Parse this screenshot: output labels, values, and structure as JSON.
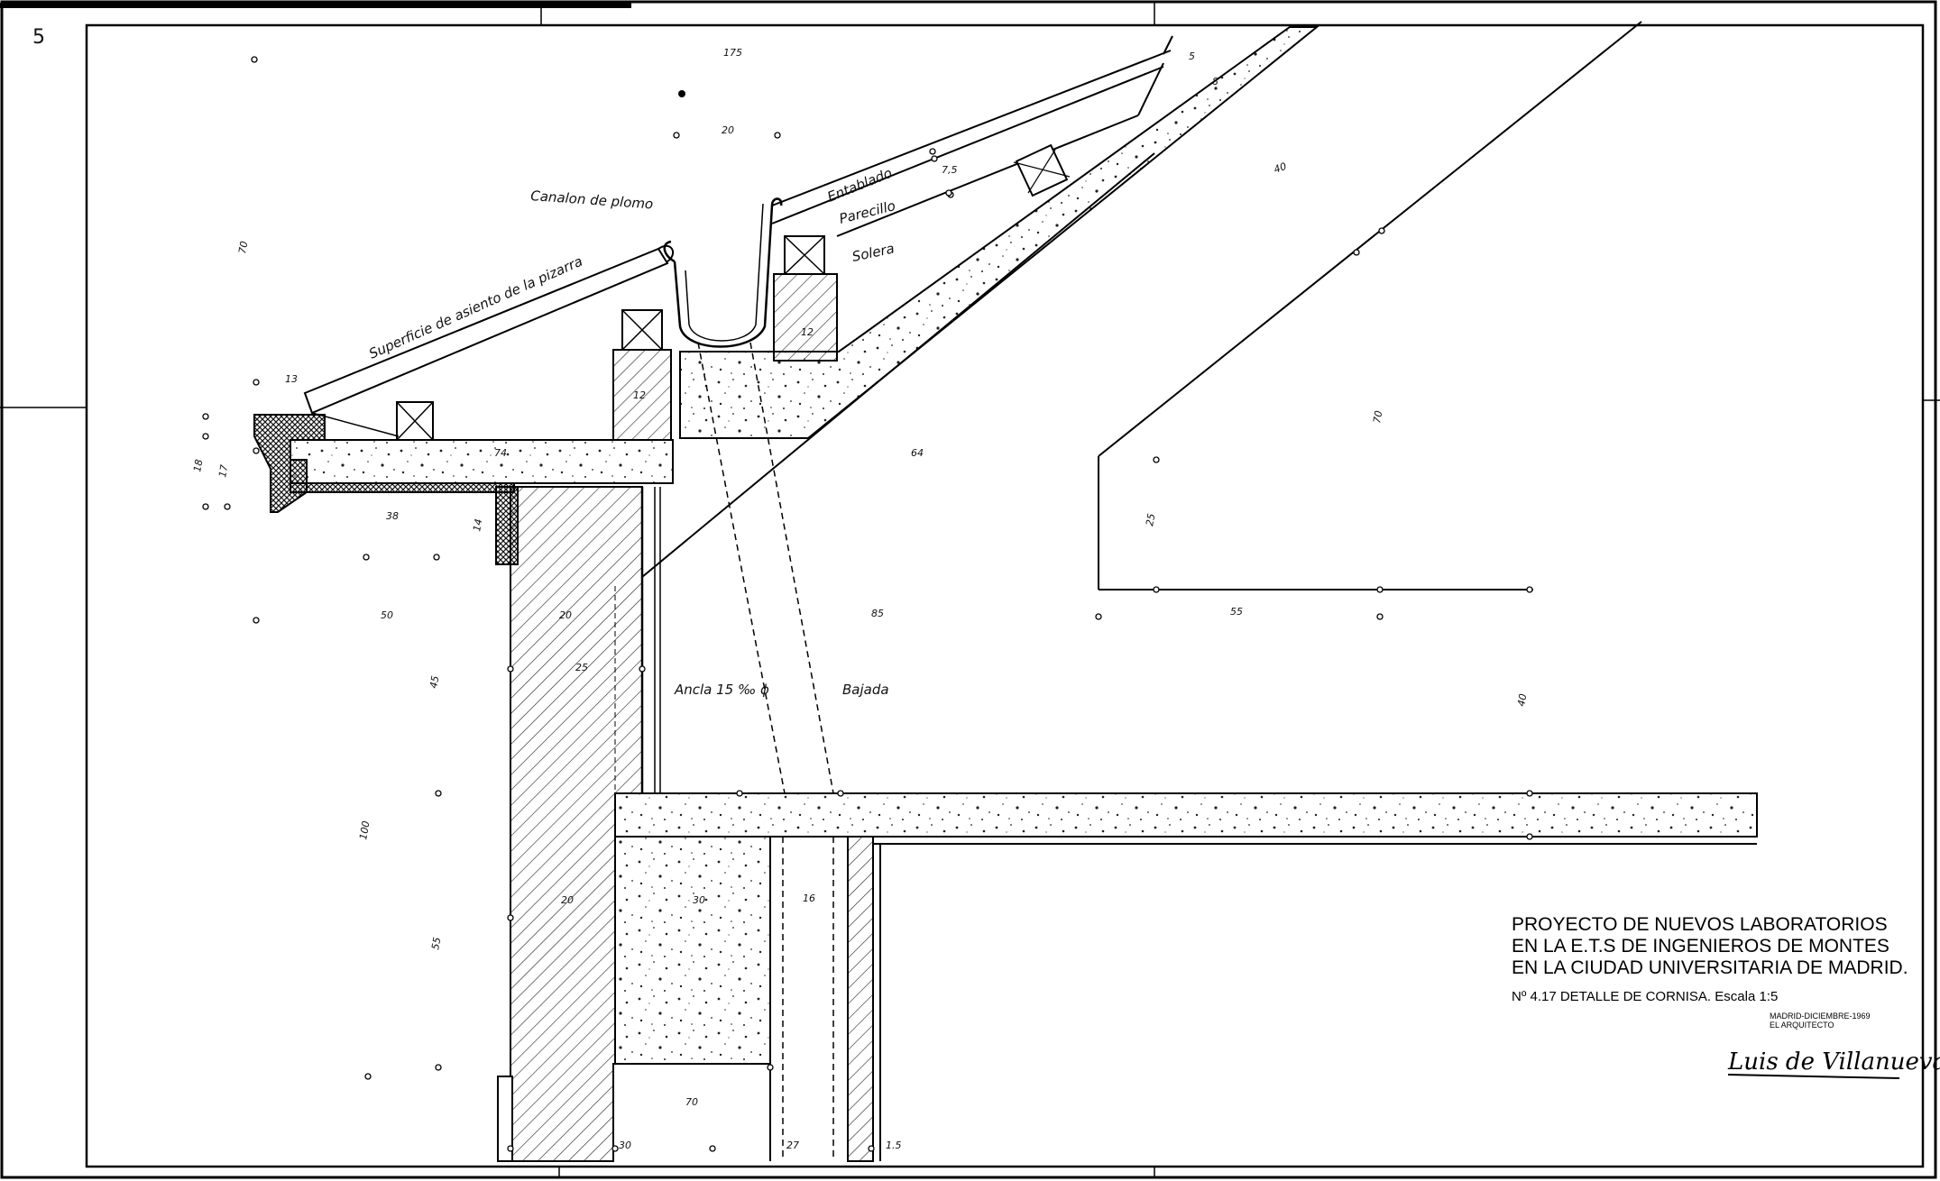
{
  "sheet_number": "5",
  "labels": {
    "canalon": "Canalon de plomo",
    "superficie": "Superficie de asiento de la pizarra",
    "entablado": "Entablado",
    "parecillo": "Parecillo",
    "solera": "Solera",
    "ancla": "Ancla 15 ‰ ϕ",
    "bajada": "Bajada"
  },
  "dimensions": {
    "d175": "175",
    "d20": "20",
    "d70a": "70",
    "d13": "13",
    "d18": "18",
    "d17": "17",
    "d74": "74",
    "d38": "38",
    "d14": "14",
    "d50": "50",
    "d45": "45",
    "d100": "100",
    "d55a": "55",
    "d20b": "20",
    "d25": "25",
    "d64": "64",
    "d85": "85",
    "d40a": "40",
    "d70b": "70",
    "d25b": "25",
    "d55b": "55",
    "d40b": "40",
    "d12a": "12",
    "d12b": "12",
    "d30": "30",
    "d16": "16",
    "d20c": "20",
    "d70c": "70",
    "d30b": "30",
    "d27": "27",
    "d15": "1.5",
    "d75": "7,5",
    "d5": "5",
    "d8": "8"
  },
  "title_block": {
    "line1": "PROYECTO DE NUEVOS LABORATORIOS",
    "line2": "EN LA E.T.S DE INGENIEROS DE MONTES",
    "line3": "EN LA CIUDAD UNIVERSITARIA DE MADRID.",
    "drawing": "Nº 4.17  DETALLE DE CORNISA. Escala 1:5",
    "date": "MADRID-DICIEMBRE-1969",
    "role": "EL ARQUITECTO",
    "signature": "Luis de Villanueva"
  }
}
